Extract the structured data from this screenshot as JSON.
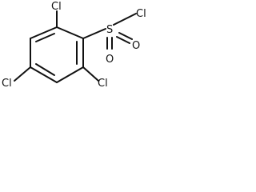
{
  "molecule": {
    "atoms": {
      "cl_top": "Cl",
      "s": "S",
      "o_right": "O",
      "o_down": "O",
      "cl_so2": "Cl",
      "cl_left": "Cl",
      "cl_bottom": "Cl"
    }
  }
}
